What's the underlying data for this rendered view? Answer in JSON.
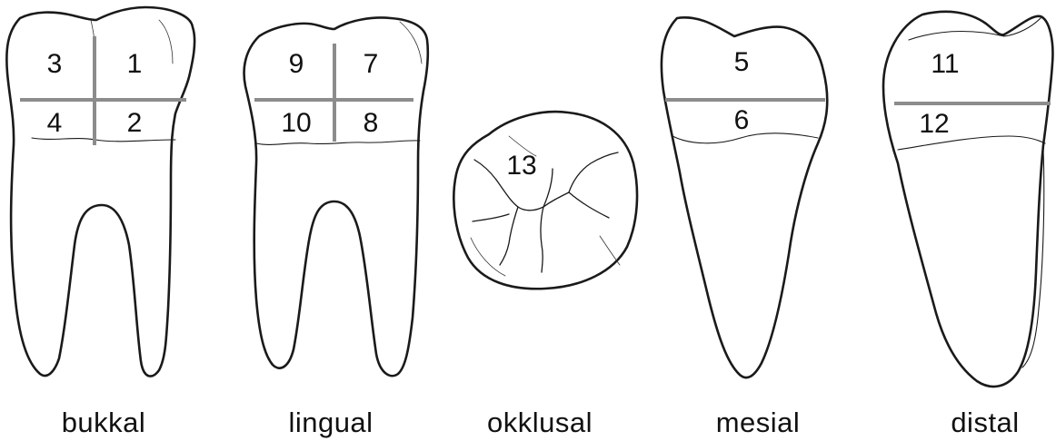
{
  "views": [
    {
      "label": "bukkal",
      "zones": [
        "3",
        "1",
        "4",
        "2"
      ]
    },
    {
      "label": "lingual",
      "zones": [
        "9",
        "7",
        "10",
        "8"
      ]
    },
    {
      "label": "okklusal",
      "zones": [
        "13"
      ]
    },
    {
      "label": "mesial",
      "zones": [
        "5",
        "6"
      ]
    },
    {
      "label": "distal",
      "zones": [
        "11",
        "12"
      ]
    }
  ],
  "colors": {
    "outline": "#1a1a1a",
    "divider": "#8c8c8c",
    "text": "#111111"
  }
}
